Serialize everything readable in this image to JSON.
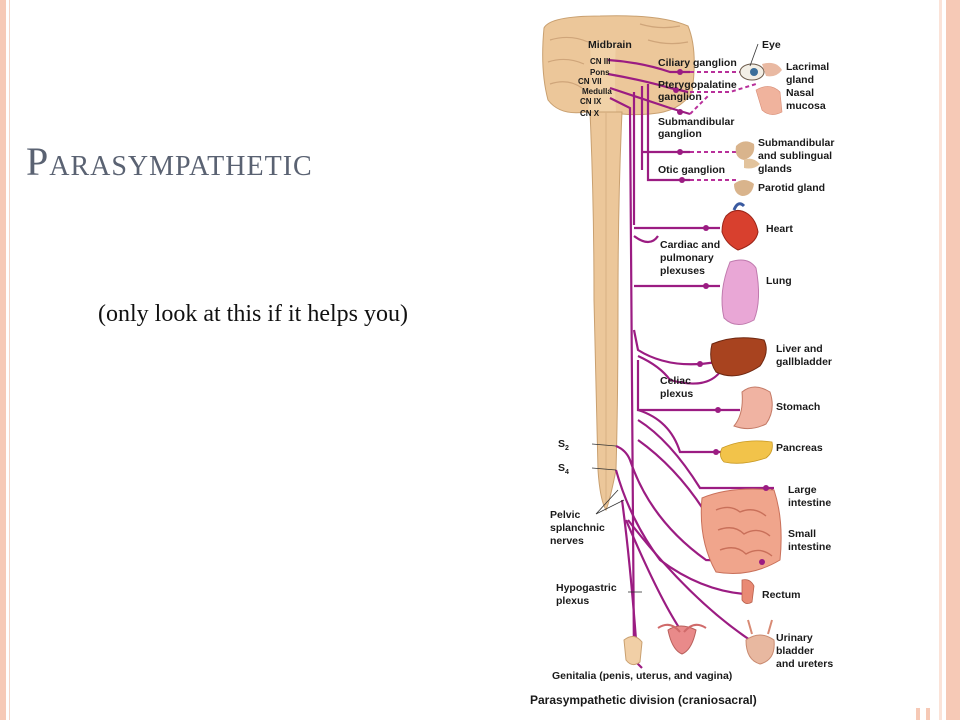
{
  "slide": {
    "title": "Parasympathetic",
    "note": "(only look at this if it helps you)"
  },
  "diagram": {
    "caption": "Parasympathetic division (craniosacral)",
    "brainstem_labels": {
      "midbrain": "Midbrain",
      "cn3": "CN III",
      "pons": "Pons",
      "cn7": "CN VII",
      "medulla": "Medulla",
      "cn9": "CN IX",
      "cn10": "CN X"
    },
    "ganglia": {
      "ciliary": "Ciliary ganglion",
      "pterygopalatine_1": "Pterygopalatine",
      "pterygopalatine_2": "ganglion",
      "submandibular_1": "Submandibular",
      "submandibular_2": "ganglion",
      "otic": "Otic ganglion"
    },
    "plexuses": {
      "cardiac_1": "Cardiac and",
      "cardiac_2": "pulmonary",
      "cardiac_3": "plexuses",
      "celiac_1": "Celiac",
      "celiac_2": "plexus",
      "hypogastric_1": "Hypogastric",
      "hypogastric_2": "plexus"
    },
    "spinal": {
      "s2": "S",
      "s2_sub": "2",
      "s4": "S",
      "s4_sub": "4",
      "pelvic_1": "Pelvic",
      "pelvic_2": "splanchnic",
      "pelvic_3": "nerves"
    },
    "organs": {
      "eye": "Eye",
      "lacrimal_1": "Lacrimal",
      "lacrimal_2": "gland",
      "nasal_1": "Nasal",
      "nasal_2": "mucosa",
      "submandibular_1": "Submandibular",
      "submandibular_2": "and sublingual",
      "submandibular_3": "glands",
      "parotid": "Parotid gland",
      "heart": "Heart",
      "lung": "Lung",
      "liver_1": "Liver and",
      "liver_2": "gallbladder",
      "stomach": "Stomach",
      "pancreas": "Pancreas",
      "large_int_1": "Large",
      "large_int_2": "intestine",
      "small_int_1": "Small",
      "small_int_2": "intestine",
      "rectum": "Rectum",
      "bladder_1": "Urinary",
      "bladder_2": "bladder",
      "bladder_3": "and ureters",
      "genitalia": "Genitalia (penis, uterus, and vagina)"
    },
    "colors": {
      "nerve": "#9b1c82",
      "brain": "#ecc79a",
      "organ_red": "#d8402e",
      "organ_pink": "#e9a7b6",
      "liver": "#a8431f",
      "pancreas": "#f2c34a",
      "intestine": "#f0a58c"
    }
  }
}
